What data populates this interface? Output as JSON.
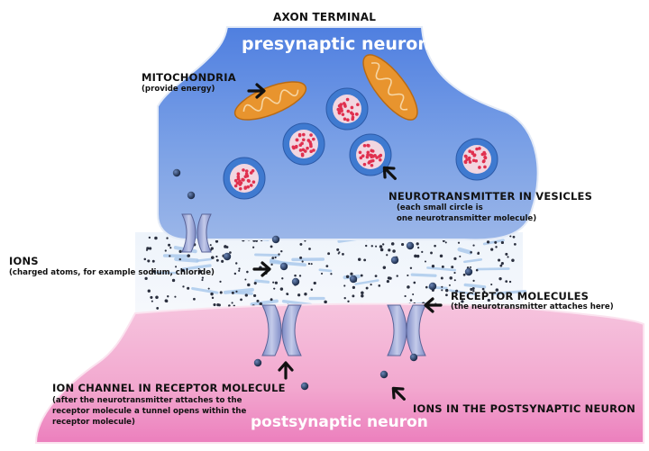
{
  "title": "AXON TERMINAL",
  "regions": {
    "presynaptic": "presynaptic neuron",
    "postsynaptic": "postsynaptic neuron"
  },
  "labels": {
    "mitochondria": {
      "title": "MITOCHONDRIA",
      "sub": "(provide energy)"
    },
    "vesicles": {
      "title": "NEUROTRANSMITTER IN VESICLES",
      "sub1": "(each small circle is",
      "sub2": "one neurotransmitter molecule)"
    },
    "ions": {
      "title": "IONS",
      "sub": "(charged atoms, for example sodium, chloride)"
    },
    "receptor": {
      "title": "RECEPTOR MOLECULES",
      "sub": "(the neurotransmitter attaches here)"
    },
    "ion_channel": {
      "title": "ION CHANNEL IN RECEPTOR MOLECULE",
      "sub1": "(after the neurotransmitter attaches to the",
      "sub2": "receptor molecule a tunnel opens within the",
      "sub3": "receptor molecule)"
    },
    "post_ions": {
      "title": "IONS IN THE POSTSYNAPTIC NEURON"
    }
  },
  "colors": {
    "presynaptic": "#6f97e6",
    "postsynaptic": "#f5b8d6",
    "mitochondria": "#e8942e",
    "vesicle": "#3f7ad0",
    "ion": "#1c2d4d",
    "channel": "#9aa6d8"
  }
}
